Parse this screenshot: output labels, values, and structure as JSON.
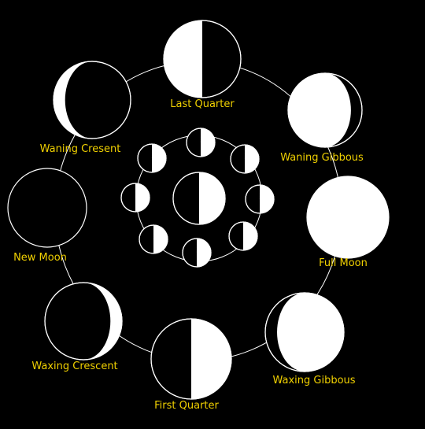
{
  "diagram": {
    "background": "#000000",
    "moon_color": "#ffffff",
    "label_color": "#f0d000",
    "phases": [
      {
        "id": "last-quarter",
        "label": "Last Quarter",
        "lit_side": "left",
        "illumination": 0.5
      },
      {
        "id": "waning-gibbous",
        "label": "Waning Gibbous",
        "lit_side": "left",
        "illumination": 0.85
      },
      {
        "id": "full-moon",
        "label": "Full Moon",
        "lit_side": "full",
        "illumination": 1.0
      },
      {
        "id": "waxing-gibbous",
        "label": "Waxing Gibbous",
        "lit_side": "right",
        "illumination": 0.85
      },
      {
        "id": "first-quarter",
        "label": "First Quarter",
        "lit_side": "right",
        "illumination": 0.5
      },
      {
        "id": "waxing-crescent",
        "label": "Waxing Crescent",
        "lit_side": "right",
        "illumination": 0.15
      },
      {
        "id": "new-moon",
        "label": "New Moon",
        "lit_side": "none",
        "illumination": 0.0
      },
      {
        "id": "waning-crescent",
        "label": "Waning Cresent",
        "lit_side": "left",
        "illumination": 0.15
      }
    ],
    "inner_orbit": {
      "center_body": "earth",
      "center_lit_side": "right",
      "moon_count": 8,
      "moon_lit_side": "right"
    }
  }
}
